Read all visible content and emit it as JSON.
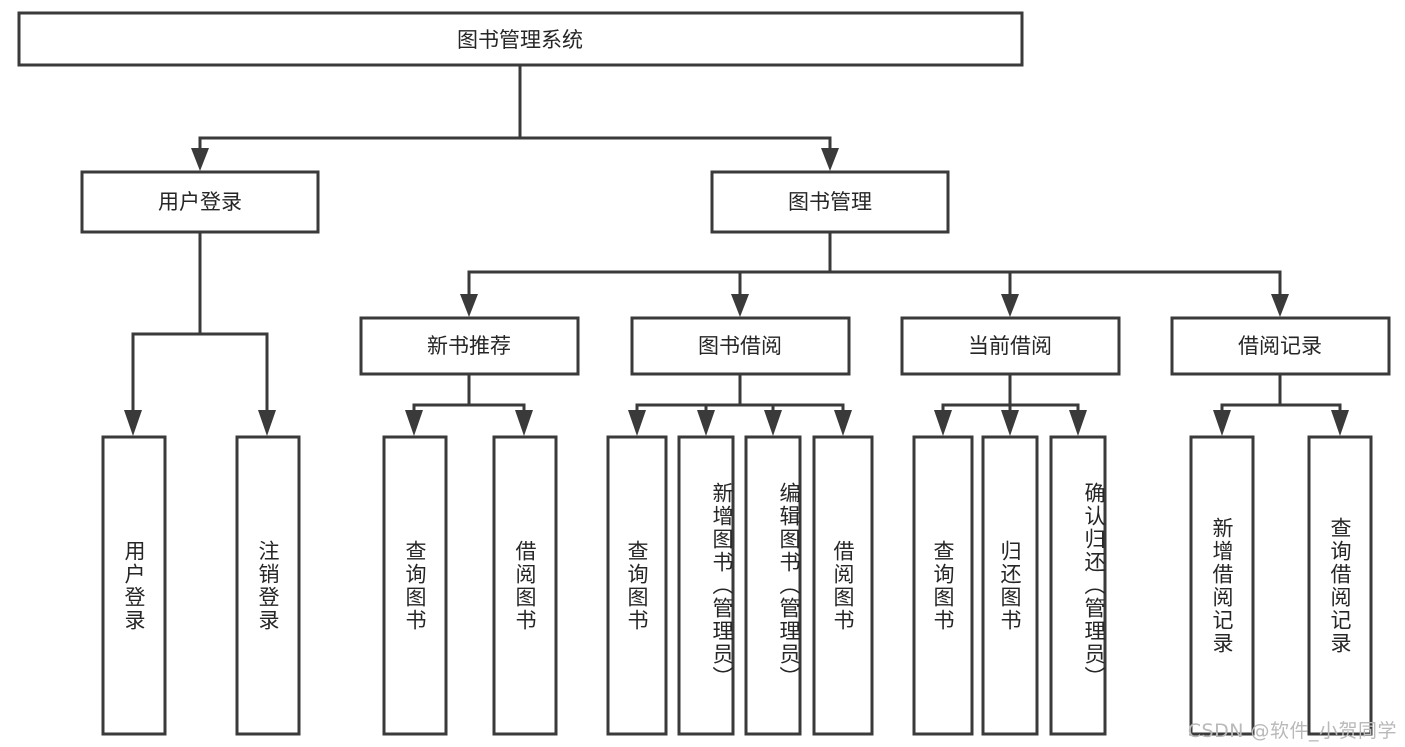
{
  "diagram": {
    "type": "tree-hierarchy",
    "orientation": "top-down",
    "root": {
      "id": "root",
      "label": "图书管理系统",
      "text_orientation": "horizontal"
    },
    "level1": [
      {
        "id": "user-login",
        "label": "用户登录",
        "text_orientation": "horizontal"
      },
      {
        "id": "book-manage",
        "label": "图书管理",
        "text_orientation": "horizontal"
      }
    ],
    "level2": [
      {
        "id": "new-book-recommend",
        "label": "新书推荐",
        "parent": "book-manage",
        "text_orientation": "horizontal"
      },
      {
        "id": "book-borrow",
        "label": "图书借阅",
        "parent": "book-manage",
        "text_orientation": "horizontal"
      },
      {
        "id": "current-borrow",
        "label": "当前借阅",
        "parent": "book-manage",
        "text_orientation": "horizontal"
      },
      {
        "id": "borrow-record",
        "label": "借阅记录",
        "parent": "book-manage",
        "text_orientation": "horizontal"
      }
    ],
    "leaves": [
      {
        "id": "leaf-user-login",
        "label": "用户登录",
        "parent": "user-login",
        "text_orientation": "vertical"
      },
      {
        "id": "leaf-logout-login",
        "label": "注销登录",
        "parent": "user-login",
        "text_orientation": "vertical"
      },
      {
        "id": "leaf-query-book-1",
        "label": "查询图书",
        "parent": "new-book-recommend",
        "text_orientation": "vertical"
      },
      {
        "id": "leaf-borrow-book-1",
        "label": "借阅图书",
        "parent": "new-book-recommend",
        "text_orientation": "vertical"
      },
      {
        "id": "leaf-query-book-2",
        "label": "查询图书",
        "parent": "book-borrow",
        "text_orientation": "vertical"
      },
      {
        "id": "leaf-add-book",
        "label": "新增图书（管理员）",
        "parent": "book-borrow",
        "text_orientation": "vertical"
      },
      {
        "id": "leaf-edit-book",
        "label": "编辑图书（管理员）",
        "parent": "book-borrow",
        "text_orientation": "vertical"
      },
      {
        "id": "leaf-borrow-book-2",
        "label": "借阅图书",
        "parent": "book-borrow",
        "text_orientation": "vertical"
      },
      {
        "id": "leaf-query-book-3",
        "label": "查询图书",
        "parent": "current-borrow",
        "text_orientation": "vertical"
      },
      {
        "id": "leaf-return-book",
        "label": "归还图书",
        "parent": "current-borrow",
        "text_orientation": "vertical"
      },
      {
        "id": "leaf-confirm-return",
        "label": "确认归还（管理员）",
        "parent": "current-borrow",
        "text_orientation": "vertical"
      },
      {
        "id": "leaf-add-record",
        "label": "新增借阅记录",
        "parent": "borrow-record",
        "text_orientation": "vertical"
      },
      {
        "id": "leaf-query-record",
        "label": "查询借阅记录",
        "parent": "borrow-record",
        "text_orientation": "vertical"
      }
    ]
  },
  "watermark": {
    "text": "CSDN @软件_小贺同学"
  },
  "colors": {
    "stroke": "#3a3a3a",
    "fill": "#ffffff",
    "text": "#262626",
    "watermark": "#b9b9b9"
  }
}
